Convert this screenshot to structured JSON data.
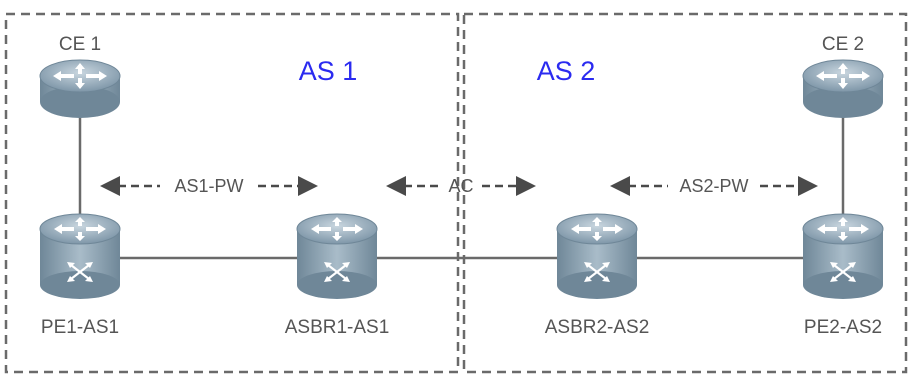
{
  "colors": {
    "as_label": "#2b2bf0",
    "box_border": "#6a6a6a",
    "link": "#6a6a6a",
    "arrow": "#4a4a4a",
    "router_body": "#9fb1bf",
    "router_top": "#7f96a6"
  },
  "as_labels": {
    "as1": "AS 1",
    "as2": "AS 2"
  },
  "devices": {
    "ce1": "CE 1",
    "ce2": "CE 2",
    "pe1": "PE1-AS1",
    "asbr1": "ASBR1-AS1",
    "asbr2": "ASBR2-AS2",
    "pe2": "PE2-AS2"
  },
  "connections": {
    "as1_pw": "AS1-PW",
    "ac": "AC",
    "as2_pw": "AS2-PW"
  },
  "icons": {
    "router": "router-icon",
    "switch_router": "switching-router-icon"
  }
}
